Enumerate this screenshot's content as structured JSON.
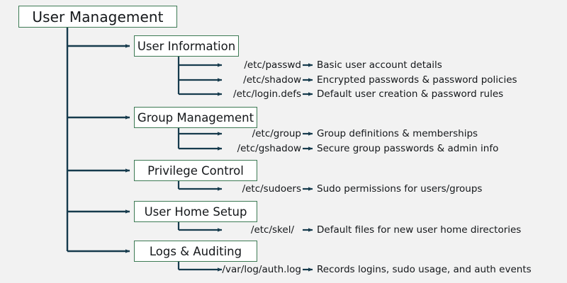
{
  "diagram": {
    "type": "tree",
    "background_color": "#f2f2f2",
    "node_border_color": "#3d7a54",
    "node_fill_color": "#ffffff",
    "edge_color": "#163b4d",
    "text_color": "#14171a",
    "root": {
      "label": "User Management"
    },
    "branches": [
      {
        "label": "User Information",
        "leaves": [
          {
            "path": "/etc/passwd",
            "description": "Basic user account details"
          },
          {
            "path": "/etc/shadow",
            "description": "Encrypted passwords & password policies"
          },
          {
            "path": "/etc/login.defs",
            "description": "Default user creation & password rules"
          }
        ]
      },
      {
        "label": "Group Management",
        "leaves": [
          {
            "path": "/etc/group",
            "description": "Group definitions & memberships"
          },
          {
            "path": "/etc/gshadow",
            "description": "Secure group passwords & admin info"
          }
        ]
      },
      {
        "label": "Privilege Control",
        "leaves": [
          {
            "path": "/etc/sudoers",
            "description": "Sudo permissions for users/groups"
          }
        ]
      },
      {
        "label": "User Home Setup",
        "leaves": [
          {
            "path": "/etc/skel/",
            "description": "Default files for new user home directories"
          }
        ]
      },
      {
        "label": "Logs & Auditing",
        "leaves": [
          {
            "path": "/var/log/auth.log",
            "description": "Records logins, sudo usage, and auth events"
          }
        ]
      }
    ]
  }
}
